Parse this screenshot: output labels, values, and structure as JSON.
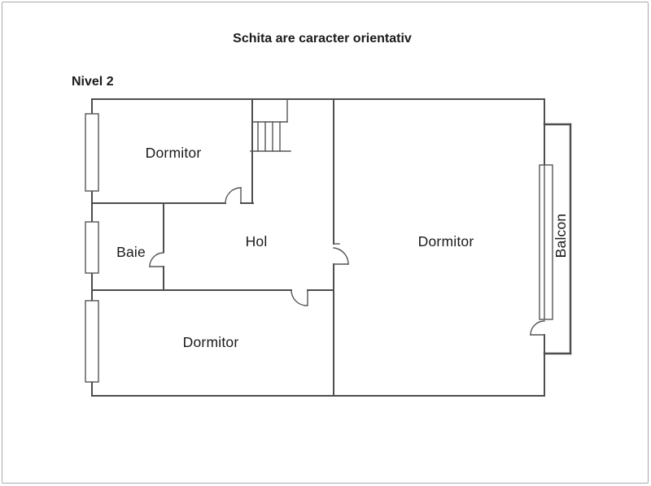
{
  "title": "Schita are caracter orientativ",
  "level_label": "Nivel 2",
  "rooms": {
    "dormitor_top": "Dormitor",
    "baie": "Baie",
    "hol": "Hol",
    "dormitor_right": "Dormitor",
    "dormitor_bottom": "Dormitor",
    "balcon": "Balcon"
  },
  "colors": {
    "wall": "#4d4d4d",
    "thin_line": "#555555",
    "text": "#1a1a1a",
    "page_border": "#aaaaaa",
    "background": "#ffffff"
  }
}
